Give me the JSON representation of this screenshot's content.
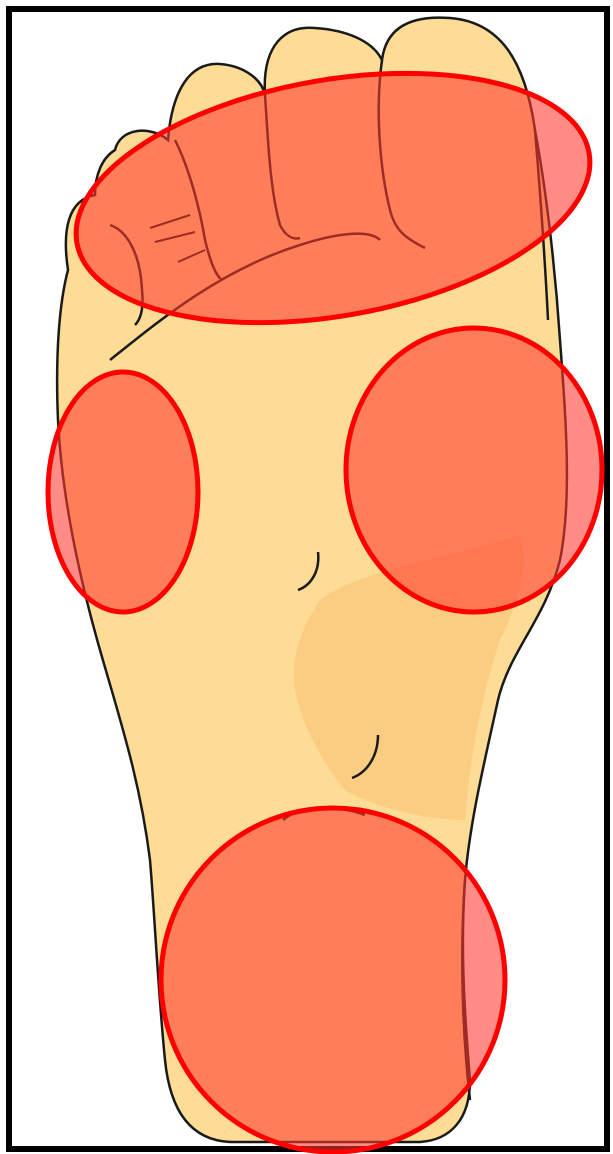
{
  "figure": {
    "subject": "foot-sole",
    "view": "plantar",
    "highlighted_regions": [
      "toes-forefoot",
      "inner-ball",
      "outer-ball",
      "heel"
    ]
  },
  "colors": {
    "frame": "#000000",
    "background": "#ffffff",
    "skin": "#fddc95",
    "skin_shadow": "#f9c87c",
    "outline": "#1a1a1a",
    "highlight_fill": "#ff3b2f",
    "highlight_stroke": "#ff0000"
  }
}
